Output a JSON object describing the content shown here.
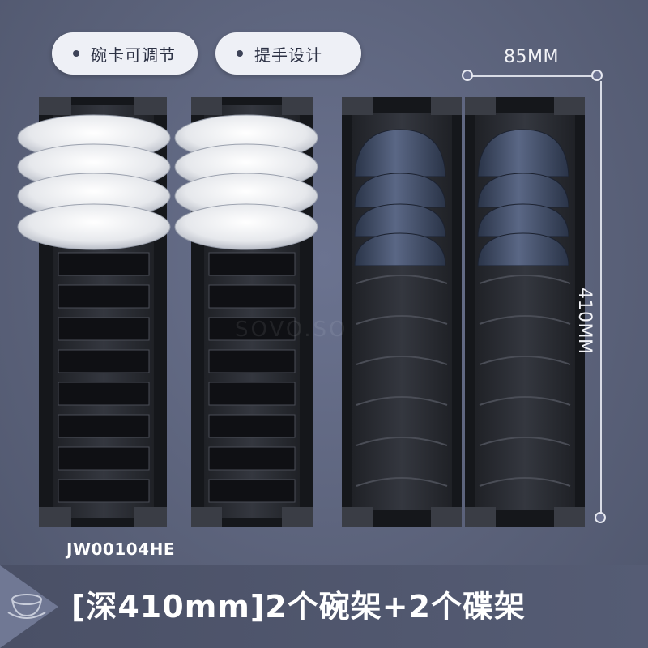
{
  "features": [
    {
      "label": "碗卡可调节"
    },
    {
      "label": "提手设计"
    }
  ],
  "dimensions": {
    "width_label": "85MM",
    "depth_label": "410MM"
  },
  "model": "JW00104HE",
  "banner": {
    "text": "[深410mm]2个碗架+2个碟架"
  },
  "watermark": "SOVO.SO",
  "colors": {
    "background": "#5e6680",
    "rack": "#2b2d33",
    "plate": "#e8eaee",
    "bowl": "#3e4a63",
    "pill": "#eef0f6"
  }
}
